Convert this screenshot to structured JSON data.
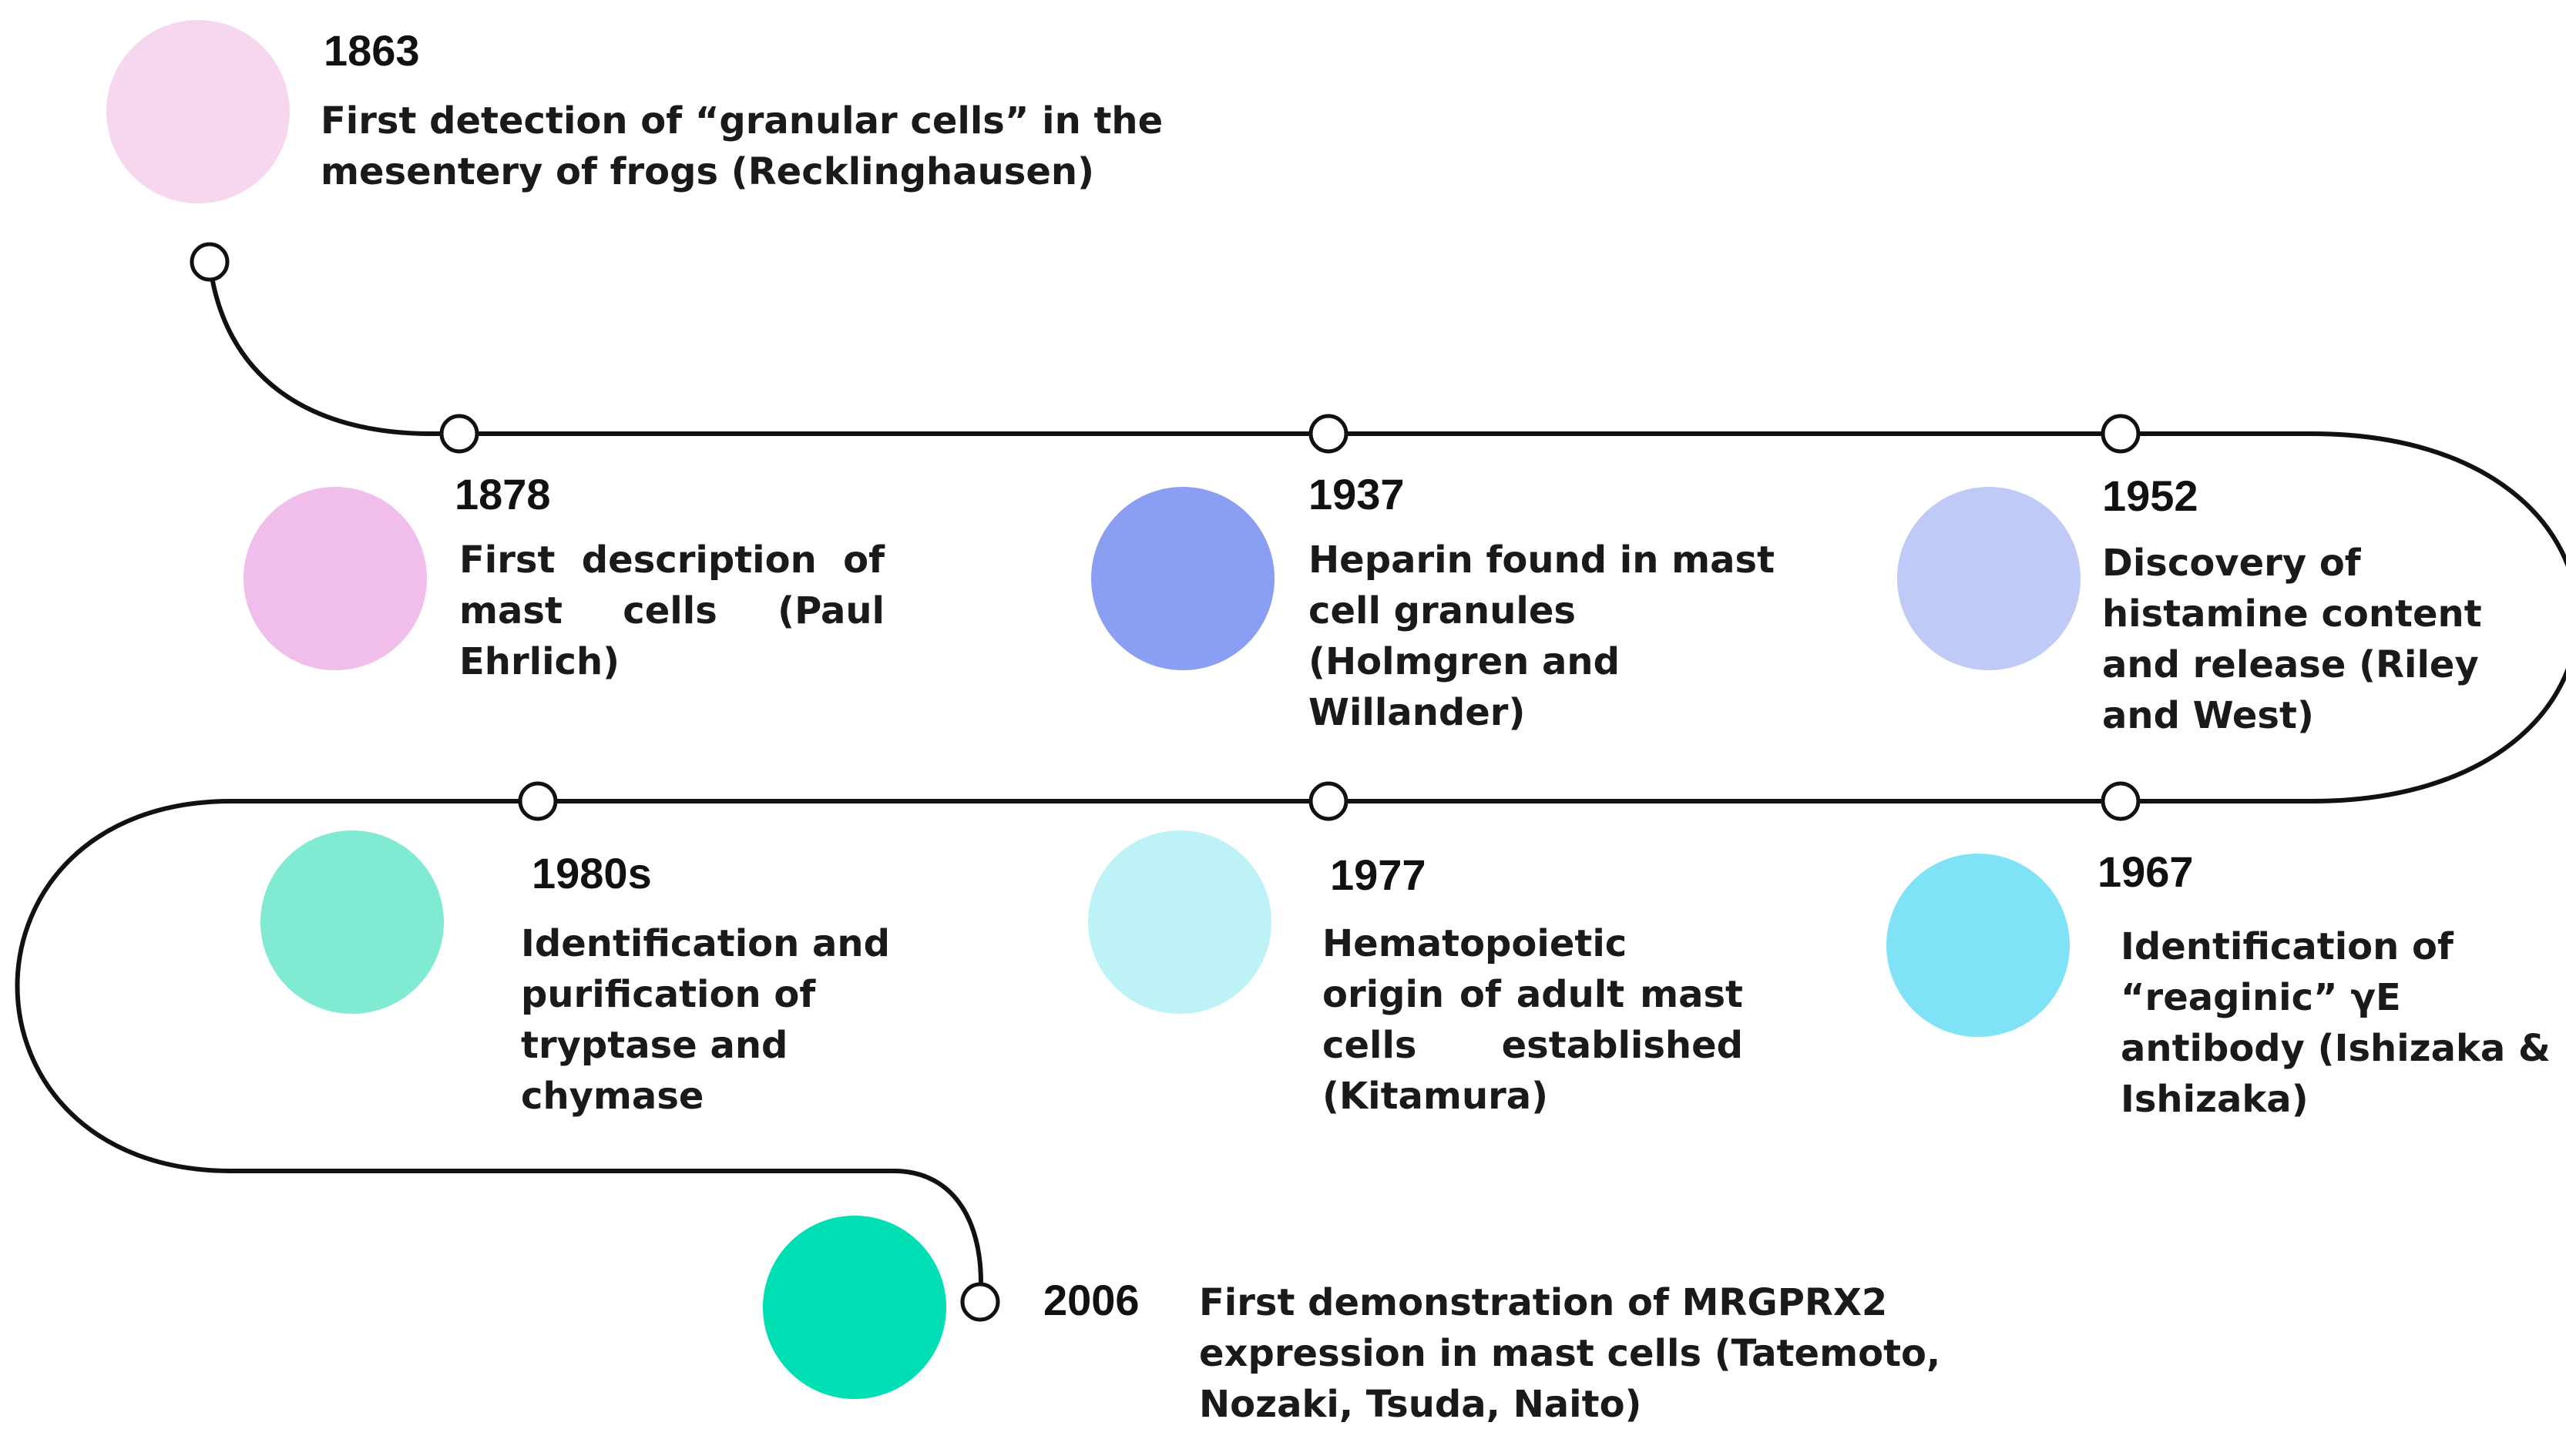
{
  "colors": {
    "path": "#111111",
    "node_fill": "#ffffff",
    "text": "#1a1a1a"
  },
  "events": [
    {
      "year": "1863",
      "description": "First detection of “granular cells” in the mesentery of frogs (Recklinghausen)",
      "color": "#f7d6f0"
    },
    {
      "year": "1878",
      "description": "First description of mast cells (Paul Ehrlich)",
      "color": "#f1bdea"
    },
    {
      "year": "1937",
      "description": "Heparin found in mast cell granules (Holmgren and Willander)",
      "color": "#8a9ef2"
    },
    {
      "year": "1952",
      "description": "Discovery of histamine content and release (Riley and West)",
      "color": "#bfcaf6"
    },
    {
      "year": "1967",
      "description": "Identification of “reaginic” γE antibody (Ishizaka & Ishizaka)",
      "color": "#7fe2f7"
    },
    {
      "year": "1977",
      "description": "Hematopoietic origin of adult mast cells established (Kitamura)",
      "color": "#bdf3f6"
    },
    {
      "year": "1980s",
      "description": "Identification and purification of tryptase and chymase",
      "color": "#80ebd2"
    },
    {
      "year": "2006",
      "description": "First demonstration of MRGPRX2 expression in mast cells (Tatemoto, Nozaki, Tsuda, Naito)",
      "color": "#00deb4"
    }
  ]
}
